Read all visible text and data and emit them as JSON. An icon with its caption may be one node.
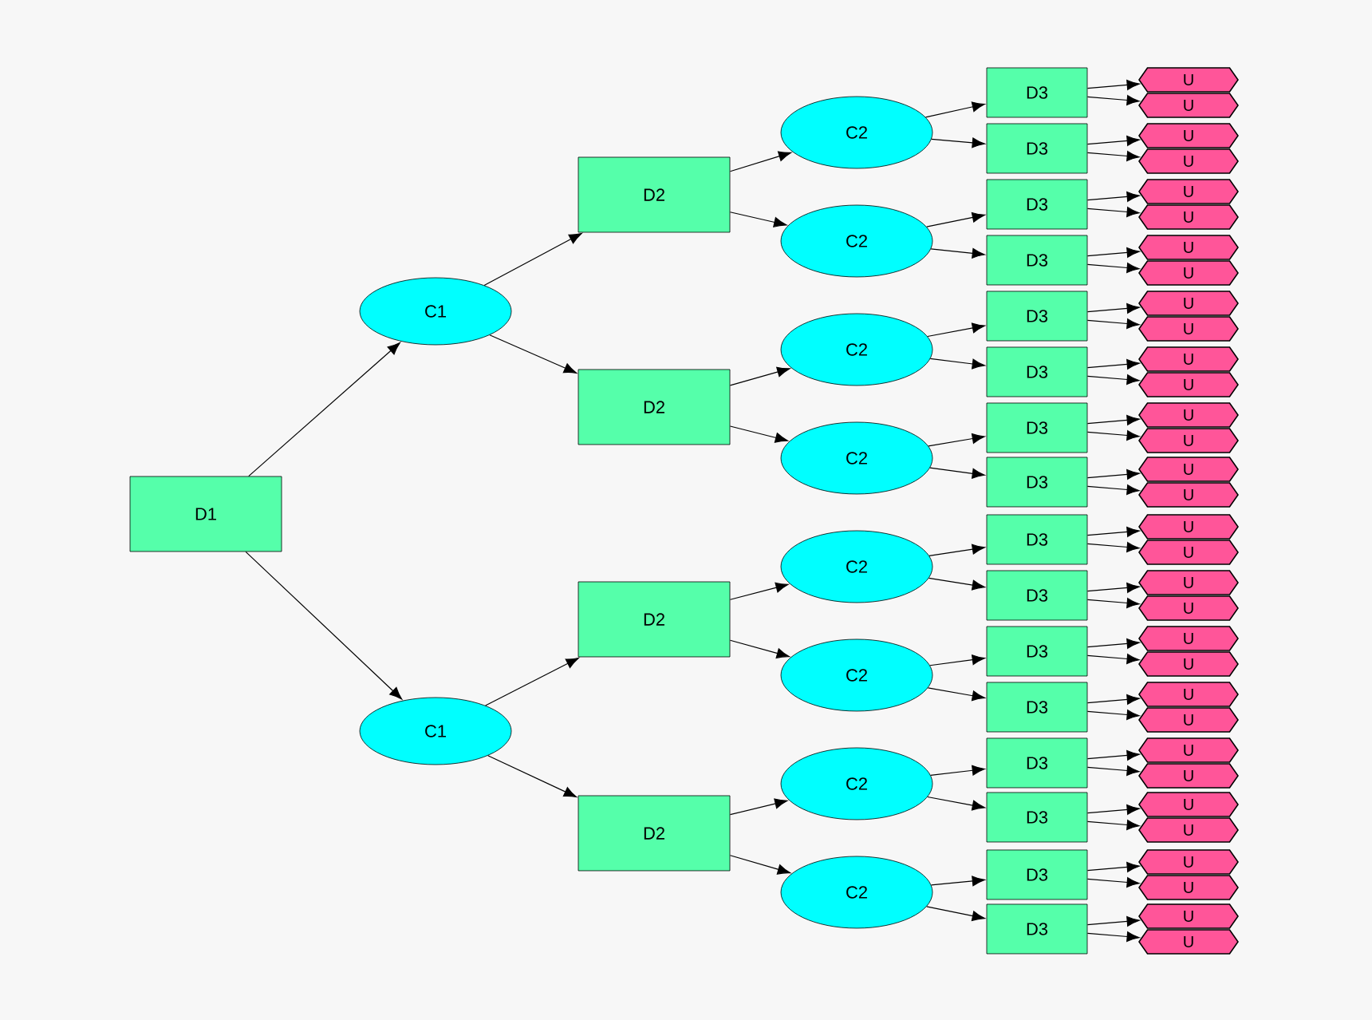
{
  "diagram": {
    "nodes": [
      {
        "text": [
          "D1"
        ]
      },
      {
        "text": [
          "C1"
        ]
      },
      {
        "text": [
          "C1"
        ]
      },
      {
        "text": [
          "D2"
        ]
      },
      {
        "text": [
          "D2"
        ]
      },
      {
        "text": [
          "D2"
        ]
      },
      {
        "text": [
          "D2"
        ]
      },
      {
        "text": [
          "C2"
        ]
      },
      {
        "text": [
          "C2"
        ]
      },
      {
        "text": [
          "C2"
        ]
      },
      {
        "text": [
          "C2"
        ]
      },
      {
        "text": [
          "C2"
        ]
      },
      {
        "text": [
          "C2"
        ]
      },
      {
        "text": [
          "C2"
        ]
      },
      {
        "text": [
          "C2"
        ]
      },
      {
        "text": [
          "D3"
        ]
      },
      {
        "text": [
          "D3"
        ]
      },
      {
        "text": [
          "D3"
        ]
      },
      {
        "text": [
          "D3"
        ]
      },
      {
        "text": [
          "D3"
        ]
      },
      {
        "text": [
          "D3"
        ]
      },
      {
        "text": [
          "D3"
        ]
      },
      {
        "text": [
          "D3"
        ]
      },
      {
        "text": [
          "D3"
        ]
      },
      {
        "text": [
          "D3"
        ]
      },
      {
        "text": [
          "D3"
        ]
      },
      {
        "text": [
          "D3"
        ]
      },
      {
        "text": [
          "D3"
        ]
      },
      {
        "text": [
          "D3"
        ]
      },
      {
        "text": [
          "D3"
        ]
      },
      {
        "text": [
          "D3"
        ]
      },
      {
        "text": [
          "U"
        ]
      },
      {
        "text": [
          "U"
        ]
      },
      {
        "text": [
          "U"
        ]
      },
      {
        "text": [
          "U"
        ]
      },
      {
        "text": [
          "U"
        ]
      },
      {
        "text": [
          "U"
        ]
      },
      {
        "text": [
          "U"
        ]
      },
      {
        "text": [
          "U"
        ]
      },
      {
        "text": [
          "U"
        ]
      },
      {
        "text": [
          "U"
        ]
      },
      {
        "text": [
          "U"
        ]
      },
      {
        "text": [
          "U"
        ]
      },
      {
        "text": [
          "U"
        ]
      },
      {
        "text": [
          "U"
        ]
      },
      {
        "text": [
          "U"
        ]
      },
      {
        "text": [
          "U"
        ]
      },
      {
        "text": [
          "U"
        ]
      },
      {
        "text": [
          "U"
        ]
      },
      {
        "text": [
          "U"
        ]
      },
      {
        "text": [
          "U"
        ]
      },
      {
        "text": [
          "U"
        ]
      },
      {
        "text": [
          "U"
        ]
      },
      {
        "text": [
          "U"
        ]
      },
      {
        "text": [
          "U"
        ]
      },
      {
        "text": [
          "U"
        ]
      },
      {
        "text": [
          "U"
        ]
      },
      {
        "text": [
          "U"
        ]
      },
      {
        "text": [
          "U"
        ]
      },
      {
        "text": [
          "U"
        ]
      },
      {
        "text": [
          "U"
        ]
      },
      {
        "text": [
          "U"
        ]
      },
      {
        "text": [
          "U"
        ]
      }
    ],
    "edges": [
      {
        "from": 0,
        "to": 1,
        "arrow": "to"
      },
      {
        "from": 0,
        "to": 2,
        "arrow": "to"
      },
      {
        "from": 1,
        "to": 3,
        "arrow": "to"
      },
      {
        "from": 1,
        "to": 4,
        "arrow": "to"
      },
      {
        "from": 2,
        "to": 5,
        "arrow": "to"
      },
      {
        "from": 2,
        "to": 6,
        "arrow": "to"
      },
      {
        "from": 3,
        "to": 7,
        "arrow": "to"
      },
      {
        "from": 3,
        "to": 8,
        "arrow": "to"
      },
      {
        "from": 4,
        "to": 9,
        "arrow": "to"
      },
      {
        "from": 4,
        "to": 10,
        "arrow": "to"
      },
      {
        "from": 5,
        "to": 11,
        "arrow": "to"
      },
      {
        "from": 5,
        "to": 12,
        "arrow": "to"
      },
      {
        "from": 6,
        "to": 13,
        "arrow": "to"
      },
      {
        "from": 6,
        "to": 14,
        "arrow": "to"
      },
      {
        "from": 7,
        "to": 15,
        "arrow": "to"
      },
      {
        "from": 7,
        "to": 16,
        "arrow": "to"
      },
      {
        "from": 8,
        "to": 17,
        "arrow": "to"
      },
      {
        "from": 8,
        "to": 18,
        "arrow": "to"
      },
      {
        "from": 9,
        "to": 19,
        "arrow": "to"
      },
      {
        "from": 9,
        "to": 20,
        "arrow": "to"
      },
      {
        "from": 10,
        "to": 21,
        "arrow": "to"
      },
      {
        "from": 10,
        "to": 22,
        "arrow": "to"
      },
      {
        "from": 11,
        "to": 23,
        "arrow": "to"
      },
      {
        "from": 11,
        "to": 24,
        "arrow": "to"
      },
      {
        "from": 12,
        "to": 25,
        "arrow": "to"
      },
      {
        "from": 12,
        "to": 26,
        "arrow": "to"
      },
      {
        "from": 13,
        "to": 27,
        "arrow": "to"
      },
      {
        "from": 13,
        "to": 28,
        "arrow": "to"
      },
      {
        "from": 14,
        "to": 29,
        "arrow": "to"
      },
      {
        "from": 14,
        "to": 30,
        "arrow": "to"
      },
      {
        "from": 15,
        "to": 31,
        "arrow": "to"
      },
      {
        "from": 15,
        "to": 32,
        "arrow": "to"
      },
      {
        "from": 16,
        "to": 33,
        "arrow": "to"
      },
      {
        "from": 16,
        "to": 34,
        "arrow": "to"
      },
      {
        "from": 17,
        "to": 35,
        "arrow": "to"
      },
      {
        "from": 17,
        "to": 36,
        "arrow": "to"
      },
      {
        "from": 18,
        "to": 37,
        "arrow": "to"
      },
      {
        "from": 18,
        "to": 38,
        "arrow": "to"
      },
      {
        "from": 19,
        "to": 39,
        "arrow": "to"
      },
      {
        "from": 19,
        "to": 40,
        "arrow": "to"
      },
      {
        "from": 20,
        "to": 41,
        "arrow": "to"
      },
      {
        "from": 20,
        "to": 42,
        "arrow": "to"
      },
      {
        "from": 21,
        "to": 43,
        "arrow": "to"
      },
      {
        "from": 21,
        "to": 44,
        "arrow": "to"
      },
      {
        "from": 22,
        "to": 45,
        "arrow": "to"
      },
      {
        "from": 22,
        "to": 46,
        "arrow": "to"
      },
      {
        "from": 23,
        "to": 47,
        "arrow": "to"
      },
      {
        "from": 23,
        "to": 48,
        "arrow": "to"
      },
      {
        "from": 24,
        "to": 49,
        "arrow": "to"
      },
      {
        "from": 24,
        "to": 50,
        "arrow": "to"
      },
      {
        "from": 25,
        "to": 51,
        "arrow": "to"
      },
      {
        "from": 25,
        "to": 52,
        "arrow": "to"
      },
      {
        "from": 26,
        "to": 53,
        "arrow": "to"
      },
      {
        "from": 26,
        "to": 54,
        "arrow": "to"
      },
      {
        "from": 27,
        "to": 55,
        "arrow": "to"
      },
      {
        "from": 27,
        "to": 56,
        "arrow": "to"
      },
      {
        "from": 28,
        "to": 57,
        "arrow": "to"
      },
      {
        "from": 28,
        "to": 58,
        "arrow": "to"
      },
      {
        "from": 29,
        "to": 59,
        "arrow": "to"
      },
      {
        "from": 29,
        "to": 60,
        "arrow": "to"
      },
      {
        "from": 30,
        "to": 61,
        "arrow": "to"
      },
      {
        "from": 30,
        "to": 62,
        "arrow": "to"
      }
    ]
  }
}
